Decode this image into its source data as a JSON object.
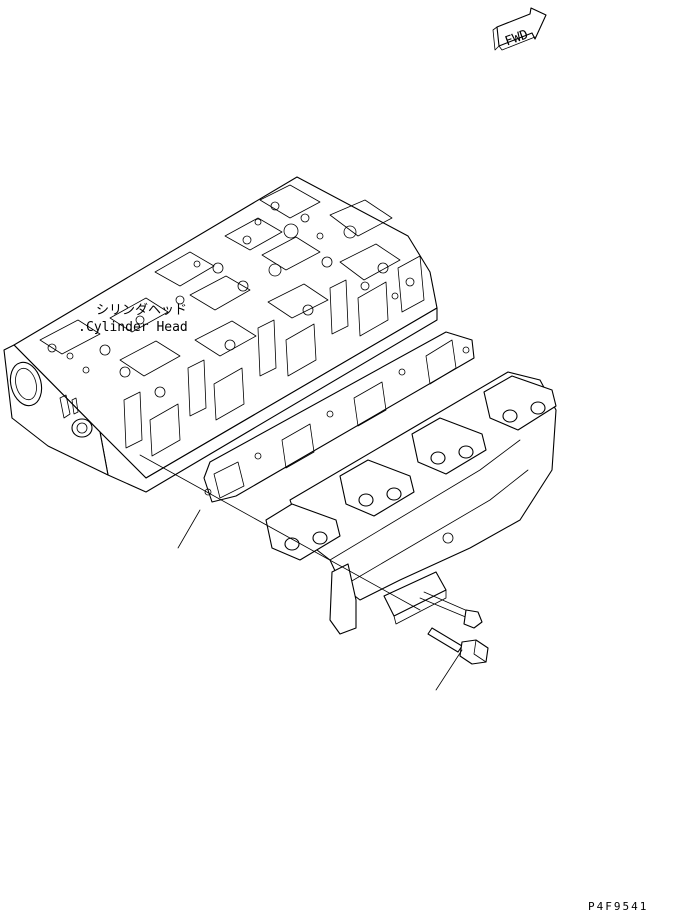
{
  "labels": {
    "part_jp": "シリンダヘッド",
    "part_en": "Cylinder Head",
    "direction": "FWD",
    "drawing_code": "P4F9541"
  }
}
